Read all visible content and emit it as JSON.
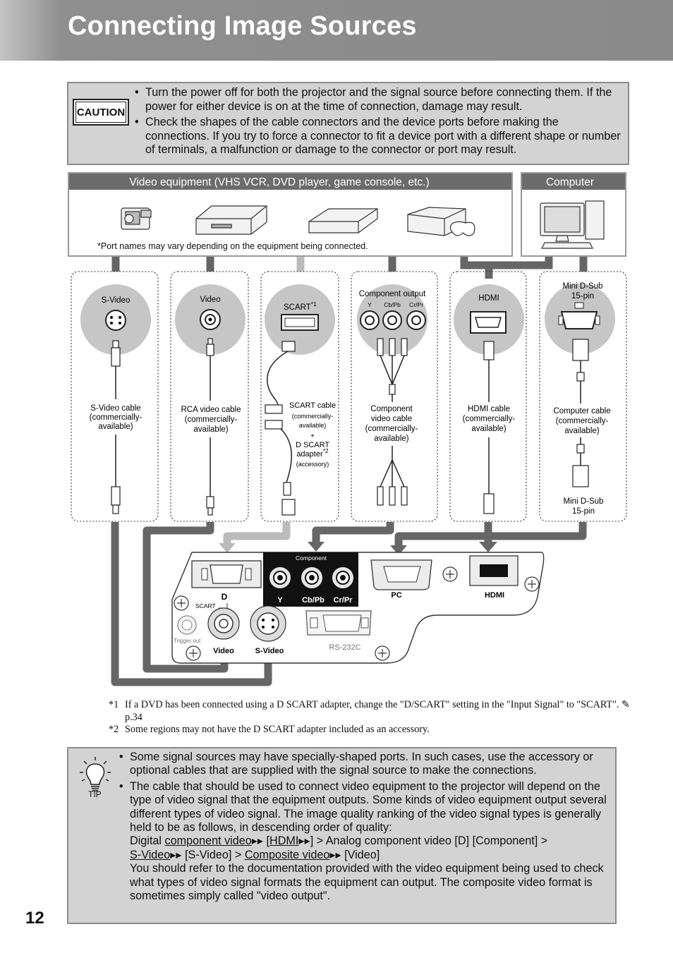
{
  "header": {
    "title": "Connecting Image Sources"
  },
  "caution": {
    "badge": "CAUTION",
    "items": [
      "Turn the power off for both the projector and the signal source before connecting them. If the power for either device is on at the time of connection, damage may result.",
      "Check the shapes of the cable connectors and the device ports before making the connections. If you try to force a connector to fit a device port with a different shape or number of terminals, a malfunction or damage to the connector or port may result."
    ]
  },
  "diagram": {
    "video_equipment_label": "Video equipment (VHS VCR, DVD player, game console, etc.)",
    "computer_label": "Computer",
    "port_note": "*Port names may vary depending on the equipment being connected.",
    "svideo": {
      "port": "S-Video",
      "cable_1": "S-Video cable",
      "cable_2": "(commercially-",
      "cable_3": "available)"
    },
    "video": {
      "port": "Video",
      "cable_1": "RCA video cable",
      "cable_2": "(commercially-",
      "cable_3": "available)"
    },
    "scart": {
      "port": "SCART",
      "sup": "*1",
      "cable_1": "SCART cable",
      "cable_2": "(commercially-",
      "cable_3": "available)",
      "plus": "+",
      "adapter_1": "D SCART",
      "adapter_2": "adapter",
      "adapter_sup": "*2",
      "adapter_3": "(accessory)"
    },
    "component": {
      "port": "Component output",
      "y": "Y",
      "cb": "Cb/Pb",
      "cr": "Cr/Pr",
      "cable_1": "Component",
      "cable_2": "video cable",
      "cable_3": "(commercially-",
      "cable_4": "available)"
    },
    "hdmi": {
      "port": "HDMI",
      "cable_1": "HDMI cable",
      "cable_2": "(commercially-",
      "cable_3": "available)"
    },
    "pc": {
      "port_1": "Mini D-Sub",
      "port_2": "15-pin",
      "cable_1": "Computer cable",
      "cable_2": "(commercially-",
      "cable_3": "available)",
      "end_1": "Mini D-Sub",
      "end_2": "15-pin"
    },
    "panel": {
      "component_label": "Component",
      "y": "Y",
      "cb": "Cb/Pb",
      "cr": "Cr/Pr",
      "d": "D",
      "scart": "SCART",
      "pc": "PC",
      "hdmi": "HDMI",
      "trigger": "Trigger out",
      "video": "Video",
      "svideo": "S-Video",
      "rs232c": "RS-232C"
    }
  },
  "footnotes": [
    {
      "mark": "*1",
      "text": "If a DVD has been connected using a D SCART adapter, change the \"D/SCART\" setting in the \"Input Signal\" to \"SCART\".",
      "ref": "p.34"
    },
    {
      "mark": "*2",
      "text": "Some regions may not have the D SCART adapter included as an accessory."
    }
  ],
  "tip": {
    "label": "TIP",
    "item1": "Some signal sources may have specially-shaped ports. In such cases, use the accessory or optional cables that are supplied with the signal source to make the connections.",
    "item2_intro": "The cable that should be used to connect video equipment to the projector will depend on the type of video signal that the equipment outputs. Some kinds of video equipment output several different types of video signal. The image quality ranking of the video signal types is generally held to be as follows, in descending order of quality:",
    "rank_digital": "Digital ",
    "rank_component": "component video",
    "rank_hdmi_open": " [",
    "rank_hdmi": "HDMI",
    "rank_after_hdmi": "] > Analog component video [D] [Component] >",
    "rank_svideo": "S-Video",
    "rank_after_svideo": " [S-Video] > ",
    "rank_composite": "Composite video",
    "rank_after_composite": " [Video]",
    "item2_outro": "You should refer to the documentation provided with the video equipment being used to check what types of video signal formats the equipment can output. The composite video format is sometimes simply called \"video output\"."
  },
  "page_number": "12"
}
